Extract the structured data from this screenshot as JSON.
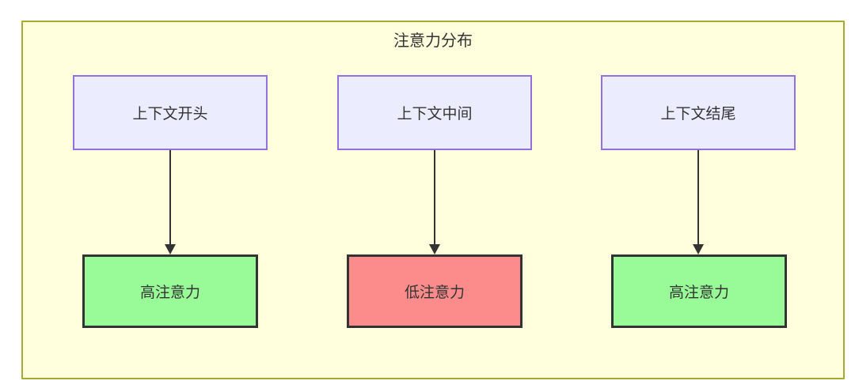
{
  "diagram": {
    "title": "注意力分布",
    "top_nodes": [
      {
        "id": "context-start",
        "label": "上下文开头"
      },
      {
        "id": "context-middle",
        "label": "上下文中间"
      },
      {
        "id": "context-end",
        "label": "上下文结尾"
      }
    ],
    "bottom_nodes": [
      {
        "id": "attention-high-left",
        "label": "高注意力",
        "level": "high"
      },
      {
        "id": "attention-low-middle",
        "label": "低注意力",
        "level": "low"
      },
      {
        "id": "attention-high-right",
        "label": "高注意力",
        "level": "high"
      }
    ],
    "edges": [
      {
        "from": "context-start",
        "to": "attention-high-left"
      },
      {
        "from": "context-middle",
        "to": "attention-low-middle"
      },
      {
        "from": "context-end",
        "to": "attention-high-right"
      }
    ],
    "colors": {
      "page_bg": "#ffffff",
      "cluster_fill": "#ffffde",
      "cluster_border": "#aaaa33",
      "node_fill": "#ececff",
      "node_border": "#9370db",
      "high_fill": "#98fb98",
      "low_fill": "#fc8c8c",
      "node_dark_border": "#333333",
      "arrow": "#333333",
      "text": "#333333"
    }
  }
}
